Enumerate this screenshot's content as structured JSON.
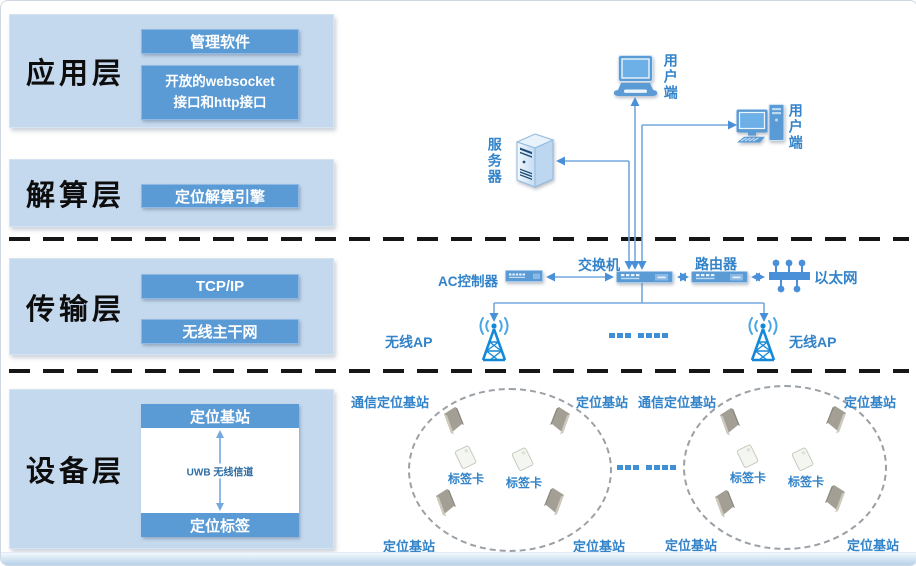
{
  "layers": {
    "app": {
      "title": "应用层",
      "box1": "管理软件",
      "box2_line1": "开放的websocket",
      "box2_line2": "接口和http接口"
    },
    "calc": {
      "title": "解算层",
      "box1": "定位解算引擎"
    },
    "transport": {
      "title": "传输层",
      "box1": "TCP/IP",
      "box2": "无线主干网"
    },
    "device": {
      "title": "设备层",
      "anchor_bar": "定位基站",
      "channel_label": "UWB 无线信道",
      "tag_bar": "定位标签"
    }
  },
  "network": {
    "user_client_top": "用户端",
    "user_client_right": "用户端",
    "server": "服务器",
    "ac_controller": "AC控制器",
    "switch": "交换机",
    "router": "路由器",
    "ethernet": "以太网",
    "ap_left": "无线AP",
    "ap_right": "无线AP"
  },
  "zones": {
    "left": {
      "top_left": "通信定位基站",
      "top_right": "定位基站",
      "bottom_left": "定位基站",
      "bottom_right": "定位基站",
      "tag1": "标签卡",
      "tag2": "标签卡"
    },
    "right": {
      "top_left": "通信定位基站",
      "top_right": "定位基站",
      "bottom_left": "定位基站",
      "bottom_right": "定位基站",
      "tag1": "标签卡",
      "tag2": "标签卡"
    }
  },
  "colors": {
    "layer_bg": "#c5d9ee",
    "box_blue": "#5b9bd5",
    "label_blue": "#3283c9",
    "line_blue": "#74a9dd",
    "icon_blue": "#4a90d9",
    "separator_black": "#161616"
  }
}
